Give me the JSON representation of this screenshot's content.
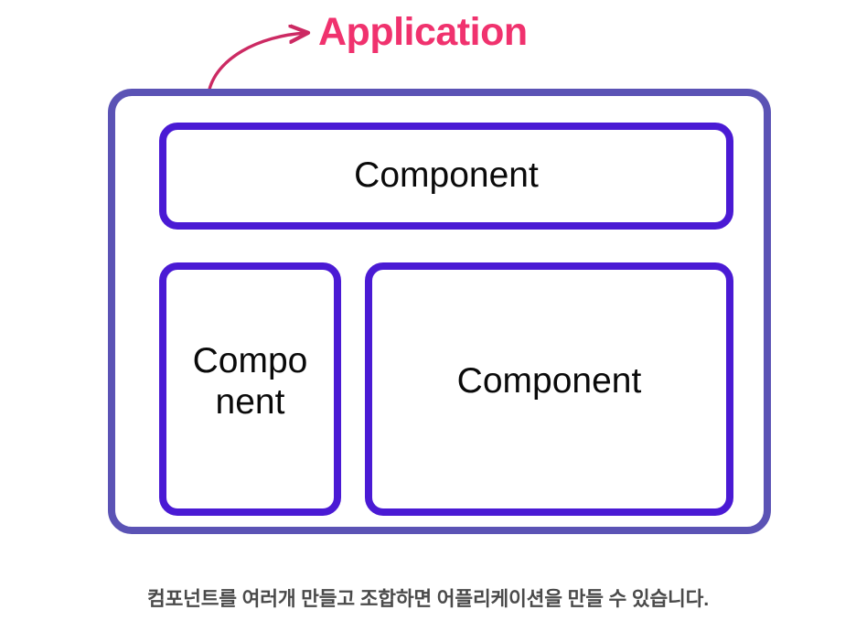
{
  "diagram": {
    "callout": {
      "label": "Application",
      "label_color": "#f0326e",
      "arrow_color": "#cc2a63",
      "arrow_icon": "curved-double-arrow-icon"
    },
    "container": {
      "name": "Application",
      "border_color": "#5b53b5"
    },
    "components": [
      {
        "id": "component-top",
        "label": "Component",
        "border_color": "#4a1ad4",
        "position": "top"
      },
      {
        "id": "component-left",
        "label": "Compo\nnent",
        "border_color": "#4a1ad4",
        "position": "bottom-left"
      },
      {
        "id": "component-right",
        "label": "Component",
        "border_color": "#4a1ad4",
        "position": "bottom-right"
      }
    ]
  },
  "caption": {
    "text": "컴포넌트를 여러개 만들고 조합하면 어플리케이션을 만들 수 있습니다.",
    "color": "#4a4a4a"
  },
  "background": {
    "color": "#ffffff"
  }
}
